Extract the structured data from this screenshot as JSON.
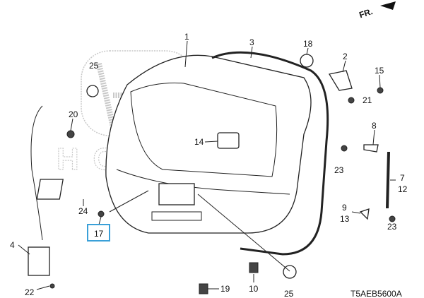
{
  "diagram": {
    "direction_label": "FR.",
    "diagram_code": "T5AEB5600A",
    "watermark": "HONDA",
    "highlight_color": "#3aa0d8",
    "callouts": {
      "c1": "1",
      "c3": "3",
      "c18": "18",
      "c2": "2",
      "c15": "15",
      "c21": "21",
      "c25a": "25",
      "c20": "20",
      "c14": "14",
      "c8": "8",
      "c23a": "23",
      "c23b": "23",
      "c7": "7",
      "c12": "12",
      "c9": "9",
      "c13": "13",
      "c24": "24",
      "c17": "17",
      "c4": "4",
      "c22": "22",
      "c19": "19",
      "c10": "10",
      "c25b": "25"
    }
  }
}
